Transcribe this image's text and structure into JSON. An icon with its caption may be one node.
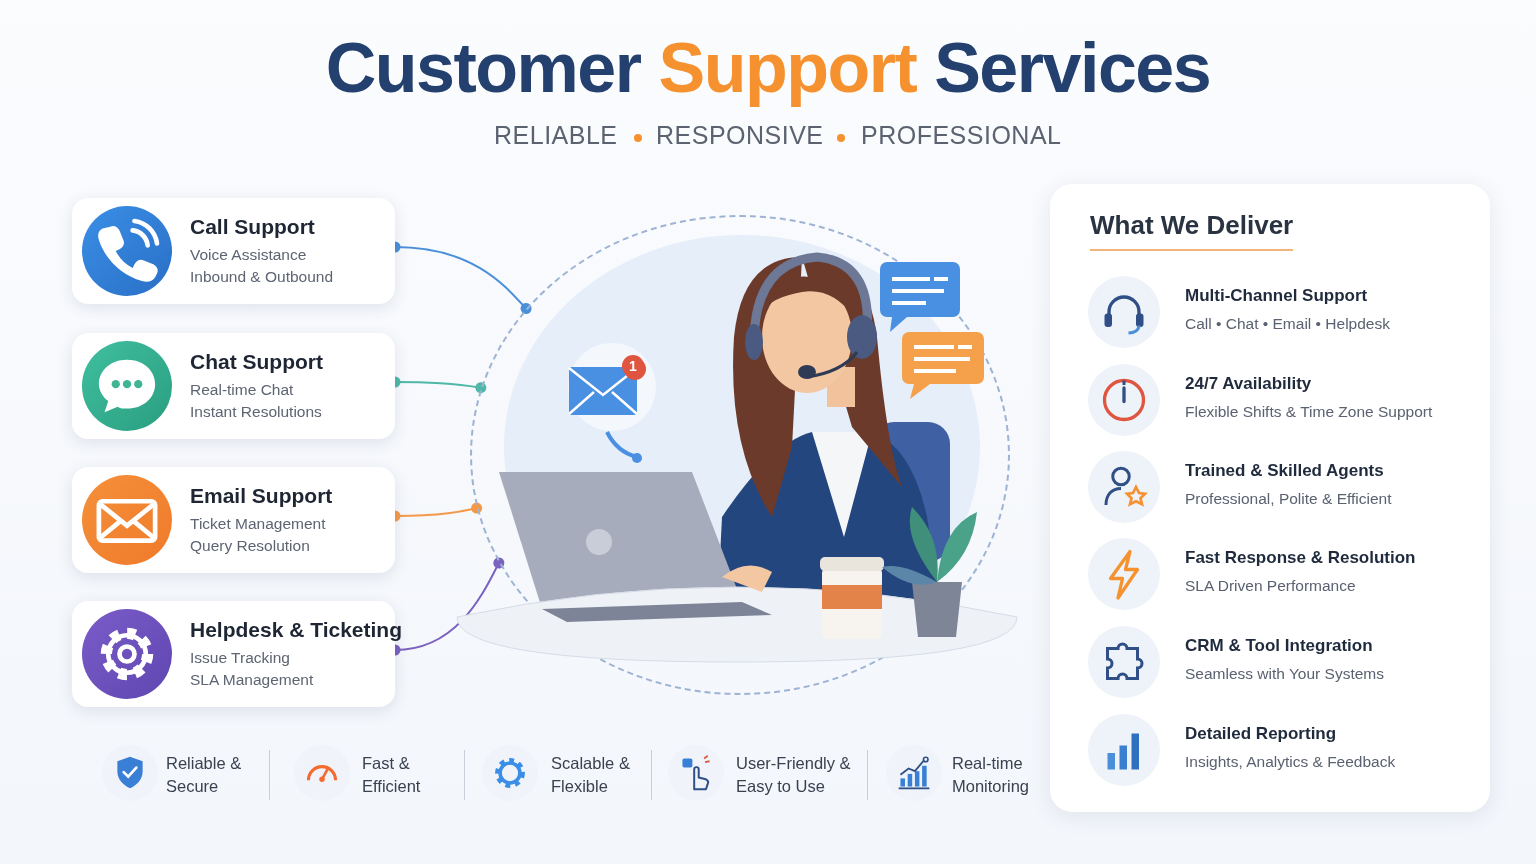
{
  "diagram": {
    "title": "Customer **Support** Services",
    "nodes": [
      {
        "text": [
          "Call Support",
          "Voice Assistance",
          "Inbound & Outbound"
        ]
      },
      {
        "text": [
          "Chat Support",
          "Real-time Chat",
          "Instant Resolutions"
        ]
      },
      {
        "text": [
          "Email Support",
          "Ticket Management",
          "Query Resolution"
        ]
      },
      {
        "text": [
          "Helpdesk & Ticketing",
          "Issue Tracking",
          "SLA Management"
        ]
      },
      {
        "text": [],
        "shape": "picture"
      },
      {
        "text": [
          "What We Deliver"
        ]
      },
      {
        "text": [
          "Multi-Channel Support",
          "Call • Chat • Email • Helpdesk"
        ],
        "in": 5
      },
      {
        "text": [
          "24/7 Availability",
          "Flexible Shifts & Time Zone Support"
        ],
        "in": 5
      },
      {
        "text": [
          "Trained & Skilled Agents",
          "Professional, Polite & Efficient"
        ],
        "in": 5
      },
      {
        "text": [
          "Fast Response & Resolution",
          "SLA Driven Performance"
        ],
        "in": 5
      },
      {
        "text": [
          "CRM & Tool Integration",
          "Seamless with Your Systems"
        ],
        "in": 5
      },
      {
        "text": [
          "Detailed Reporting",
          "Insights, Analytics & Feedback"
        ],
        "in": 5
      }
    ],
    "edges": [
      {
        "from": 0,
        "to": 4,
        "arrow": "other",
        "color": "#4a90d9"
      },
      {
        "from": 1,
        "to": 4,
        "arrow": "other",
        "color": "#4fb8a8"
      },
      {
        "from": 2,
        "to": 4,
        "arrow": "other",
        "color": "#f39a4a"
      },
      {
        "from": 3,
        "to": 4,
        "arrow": "other",
        "color": "#7a62c0"
      }
    ],
    "labels": [
      "RELIABLE",
      "RESPONSIVE",
      "PROFESSIONAL",
      "1",
      "Reliable & Secure",
      "Fast & Efficient",
      "Scalable & Flexible",
      "User-Friendly & Easy to Use",
      "Real-time Monitoring"
    ]
  }
}
